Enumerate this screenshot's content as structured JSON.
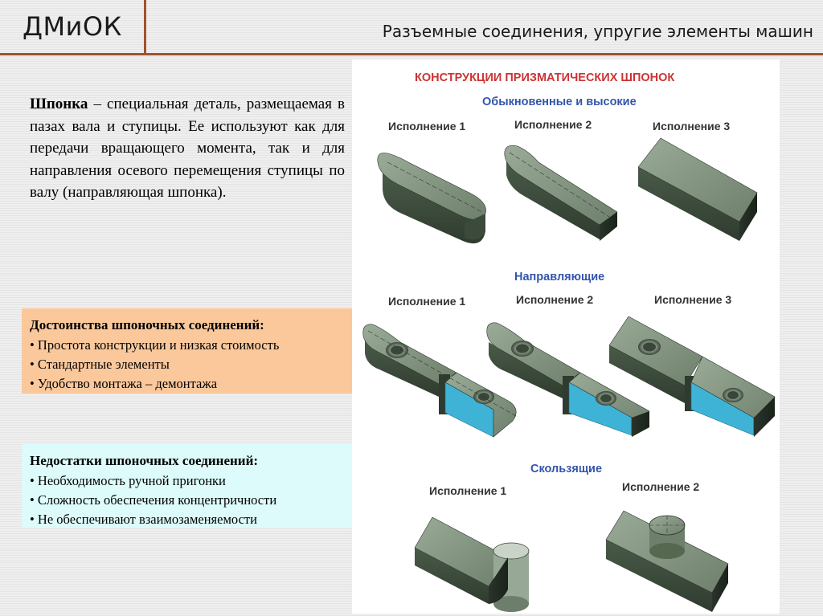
{
  "header": {
    "logo": "ДМиОК",
    "topic": "Разъемные соединения, упругие элементы машин"
  },
  "definition": {
    "term": "Шпонка",
    "text": " – специальная деталь, размещаемая в пазах вала и ступицы. Ее используют как для передачи вращающего момента, так и для направления осевого перемещения ступицы по валу (направляющая шпонка)."
  },
  "advantages": {
    "title": "Достоинства шпоночных соединений:",
    "items": [
      "Простота конструкции и низкая стоимость",
      "Стандартные элементы",
      "Удобство монтажа – демонтажа"
    ]
  },
  "disadvantages": {
    "title": "Недостатки шпоночных соединений:",
    "items": [
      "Необходимость ручной пригонки",
      "Сложность обеспечения концентричности",
      "Не обеспечивают взаимозаменяемости"
    ]
  },
  "figure": {
    "title": "КОНСТРУКЦИИ ПРИЗМАТИЧЕСКИХ ШПОНОК",
    "sections": [
      {
        "name": "Обыкновенные и высокие",
        "labels": [
          "Исполнение 1",
          "Исполнение 2",
          "Исполнение 3"
        ]
      },
      {
        "name": "Направляющие",
        "labels": [
          "Исполнение 1",
          "Исполнение 2",
          "Исполнение 3"
        ]
      },
      {
        "name": "Скользящие",
        "labels": [
          "Исполнение 1",
          "Исполнение 2"
        ]
      }
    ]
  },
  "colors": {
    "accent_line": "#a0522d",
    "title_red": "#cc3333",
    "subtitle_blue": "#3355aa",
    "key_green": "#5b6e5a",
    "section_cyan": "#33aacc",
    "advantages_bg": "#fbc89c",
    "disadvantages_bg": "#ddfbfb"
  }
}
